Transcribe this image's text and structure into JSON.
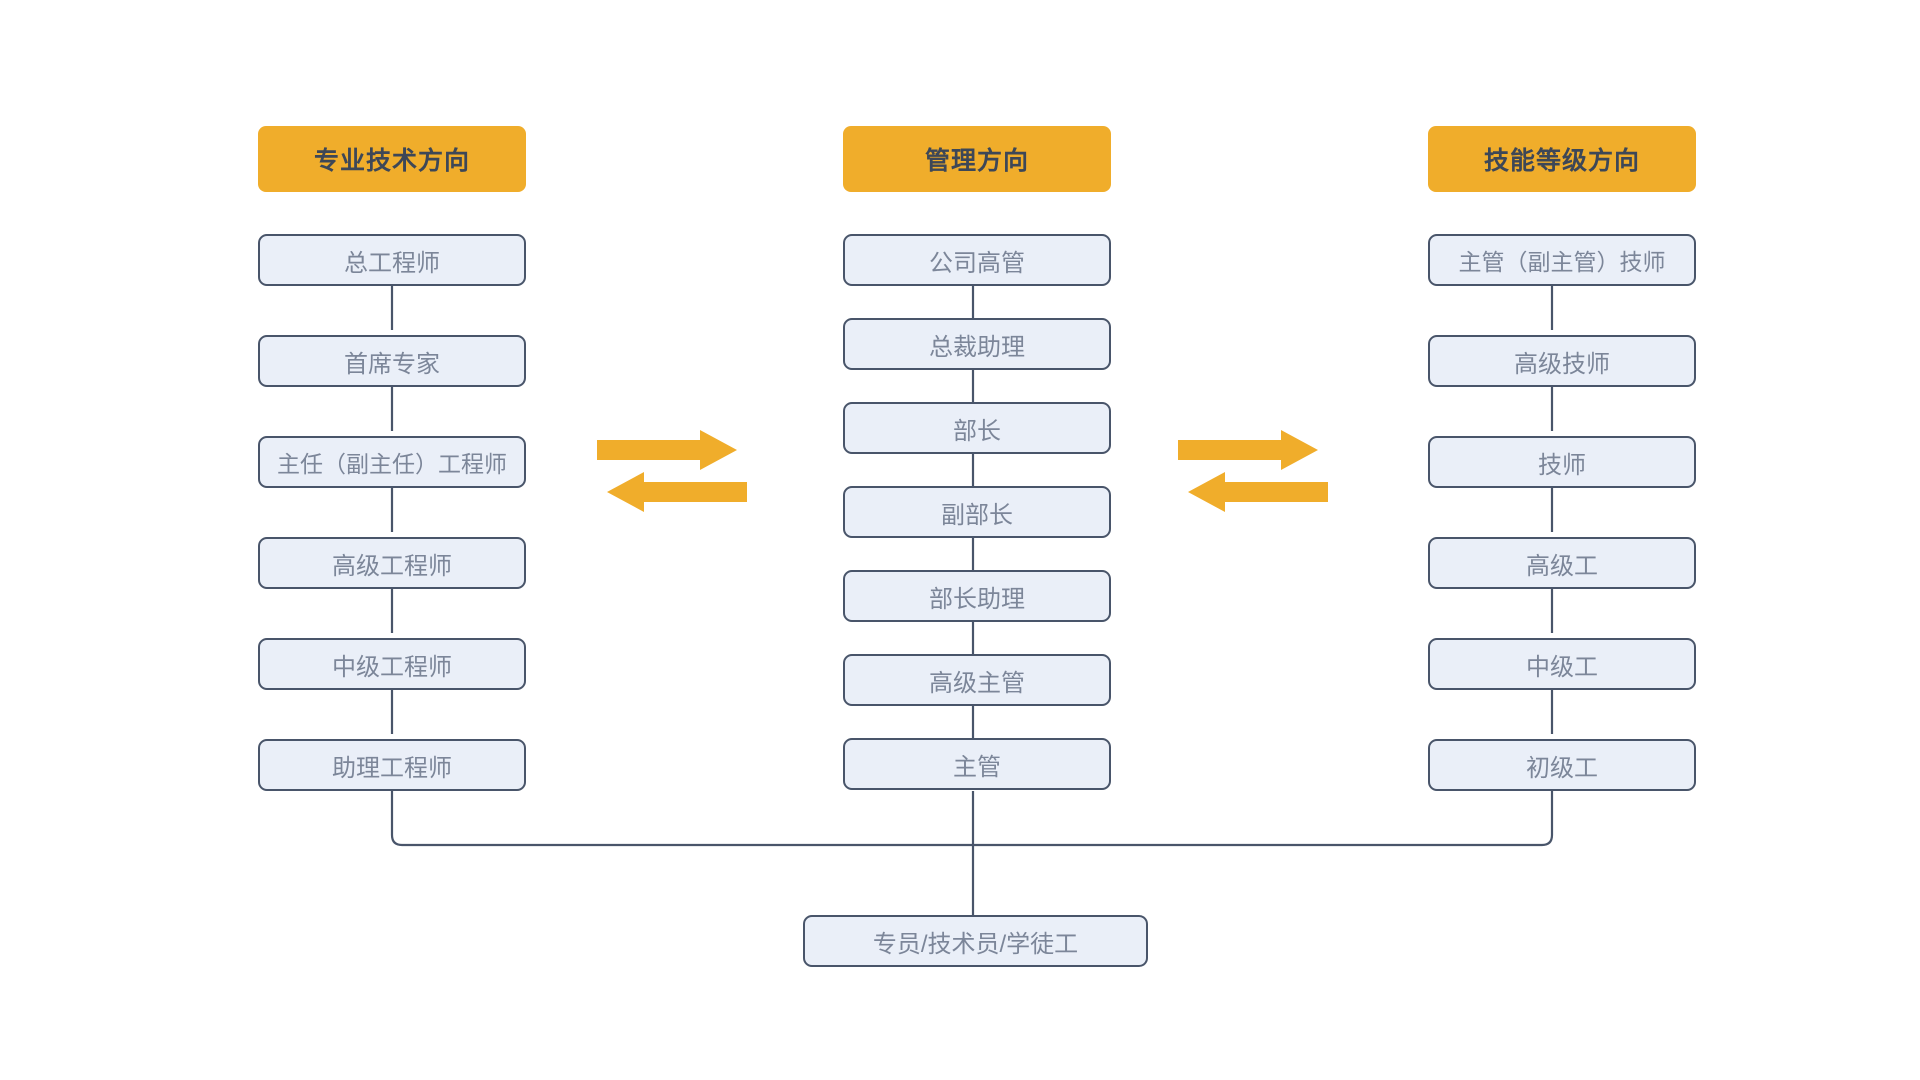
{
  "diagram": {
    "title_implicit": "职业发展通道图",
    "colors": {
      "header_badge": "#f0ad2b",
      "header_text": "#3d4757",
      "node_fill": "#eaeff8",
      "node_border": "#49556a",
      "node_text": "#7c8699",
      "connector_line": "#49556a",
      "arrow": "#f0ad2b",
      "background": "#ffffff"
    },
    "columns": [
      {
        "id": "technical",
        "header": "专业技术方向",
        "nodes": [
          "总工程师",
          "首席专家",
          "主任（副主任）工程师",
          "高级工程师",
          "中级工程师",
          "助理工程师"
        ]
      },
      {
        "id": "management",
        "header": "管理方向",
        "nodes": [
          "公司高管",
          "总裁助理",
          "部长",
          "副部长",
          "部长助理",
          "高级主管",
          "主管"
        ]
      },
      {
        "id": "skill",
        "header": "技能等级方向",
        "nodes": [
          "主管（副主管）技师",
          "高级技师",
          "技师",
          "高级工",
          "中级工",
          "初级工"
        ]
      }
    ],
    "bottom_node": "专员/技术员/学徒工",
    "transfer_arrows": [
      {
        "id": "left-pair",
        "between": [
          "technical",
          "management"
        ],
        "directions": [
          "right",
          "left"
        ]
      },
      {
        "id": "right-pair",
        "between": [
          "management",
          "skill"
        ],
        "directions": [
          "right",
          "left"
        ]
      }
    ]
  }
}
